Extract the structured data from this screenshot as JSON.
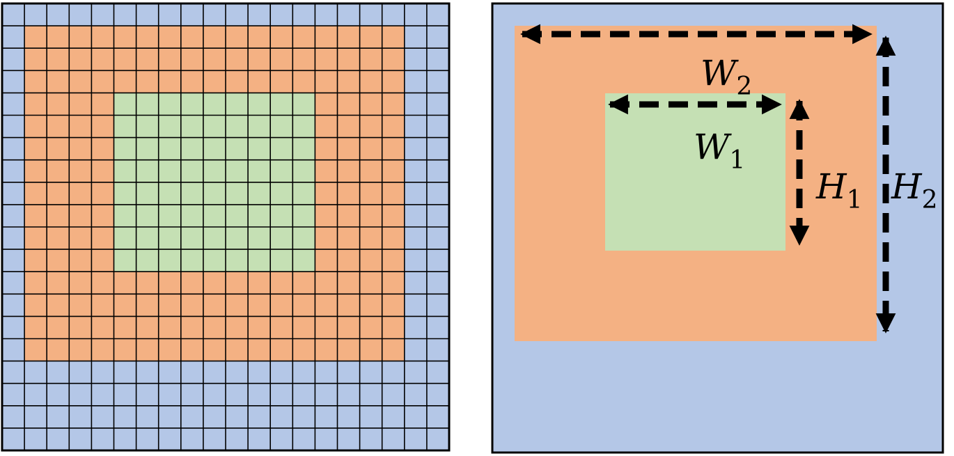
{
  "colors": {
    "outer": "#b4c7e7",
    "middle": "#f4b183",
    "inner": "#c5e0b4",
    "grid_line": "#000000",
    "arrow": "#000000"
  },
  "grid": {
    "columns": 20,
    "rows": 20,
    "middle_region_cells": {
      "col_start": 1,
      "col_end": 17,
      "row_start": 1,
      "row_end": 15
    },
    "inner_region_cells": {
      "col_start": 5,
      "col_end": 13,
      "row_start": 4,
      "row_end": 11
    }
  },
  "labels": {
    "w2": {
      "main": "W",
      "sub": "2"
    },
    "w1": {
      "main": "W",
      "sub": "1"
    },
    "h1": {
      "main": "H",
      "sub": "1"
    },
    "h2": {
      "main": "H",
      "sub": "2"
    }
  }
}
